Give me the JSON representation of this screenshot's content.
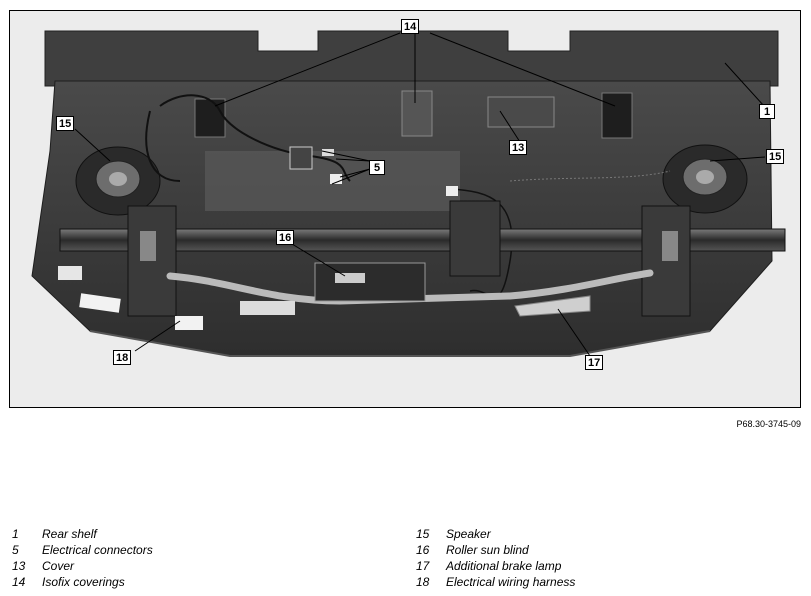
{
  "figure_ref": "P68.30-3745-09",
  "callouts": [
    "14",
    "1",
    "15",
    "13",
    "5",
    "15",
    "16",
    "18",
    "17"
  ],
  "legend": {
    "left": [
      {
        "num": "1",
        "text": "Rear shelf"
      },
      {
        "num": "5",
        "text": "Electrical connectors"
      },
      {
        "num": "13",
        "text": "Cover"
      },
      {
        "num": "14",
        "text": "Isofix coverings"
      }
    ],
    "right": [
      {
        "num": "15",
        "text": "Speaker"
      },
      {
        "num": "16",
        "text": "Roller sun blind"
      },
      {
        "num": "17",
        "text": "Additional brake lamp"
      },
      {
        "num": "18",
        "text": "Electrical wiring harness"
      }
    ]
  }
}
